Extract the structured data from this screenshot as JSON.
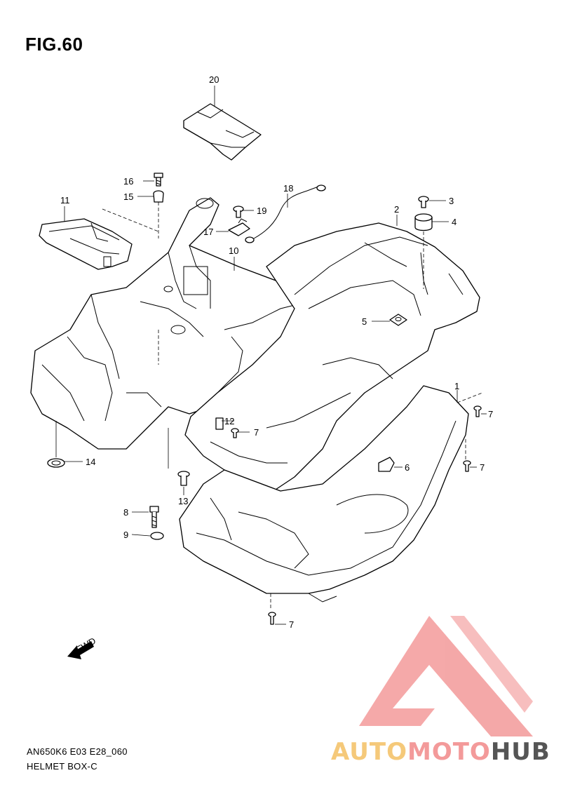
{
  "figure": {
    "title": "FIG.60"
  },
  "footer": {
    "model_code": "AN650K6 E03 E28_060",
    "section_name": "HELMET BOX-C"
  },
  "fwd_label": "FWD",
  "callouts": [
    {
      "id": "c20",
      "label": "20"
    },
    {
      "id": "c16",
      "label": "16"
    },
    {
      "id": "c15",
      "label": "15"
    },
    {
      "id": "c11",
      "label": "11"
    },
    {
      "id": "c18",
      "label": "18"
    },
    {
      "id": "c19",
      "label": "19"
    },
    {
      "id": "c17",
      "label": "17"
    },
    {
      "id": "c10",
      "label": "10"
    },
    {
      "id": "c2",
      "label": "2"
    },
    {
      "id": "c3",
      "label": "3"
    },
    {
      "id": "c4",
      "label": "4"
    },
    {
      "id": "c5",
      "label": "5"
    },
    {
      "id": "c1",
      "label": "1"
    },
    {
      "id": "c7a",
      "label": "7"
    },
    {
      "id": "c12",
      "label": "12"
    },
    {
      "id": "c7b",
      "label": "7"
    },
    {
      "id": "c6",
      "label": "6"
    },
    {
      "id": "c7c",
      "label": "7"
    },
    {
      "id": "c14",
      "label": "14"
    },
    {
      "id": "c13",
      "label": "13"
    },
    {
      "id": "c8",
      "label": "8"
    },
    {
      "id": "c9",
      "label": "9"
    },
    {
      "id": "c7d",
      "label": "7"
    }
  ],
  "watermark": {
    "part1": "AUTO",
    "part2": "MOTO",
    "part3": "HUB",
    "color_primary": "#f39a9a",
    "color_secondary": "#f5c97a",
    "color_dark": "#555555"
  }
}
